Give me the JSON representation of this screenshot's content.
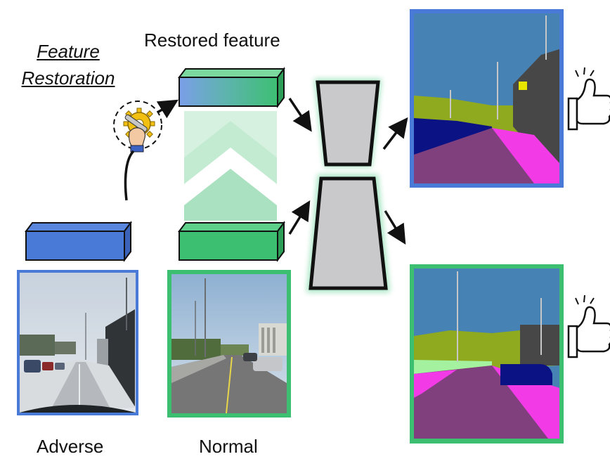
{
  "labels": {
    "feature_restoration_line1": "Feature",
    "feature_restoration_line2": "Restoration",
    "restored_feature": "Restored feature",
    "adverse": "Adverse",
    "normal": "Normal"
  },
  "colors": {
    "adverse": "#4a7ad8",
    "normal": "#3dbf72",
    "decoder_fill": "#c9c8ca",
    "seg_sky": "#4682b4",
    "seg_road": "#80407e",
    "seg_sidewalk": "#f23ae6",
    "seg_vegetation": "#8faa1e",
    "seg_building": "#474747",
    "seg_car": "#0b1284",
    "seg_terrain": "#a4f2a0"
  },
  "icons": {
    "restore": "gear-wrench-hand-icon",
    "approve": "thumbs-up-icon"
  }
}
